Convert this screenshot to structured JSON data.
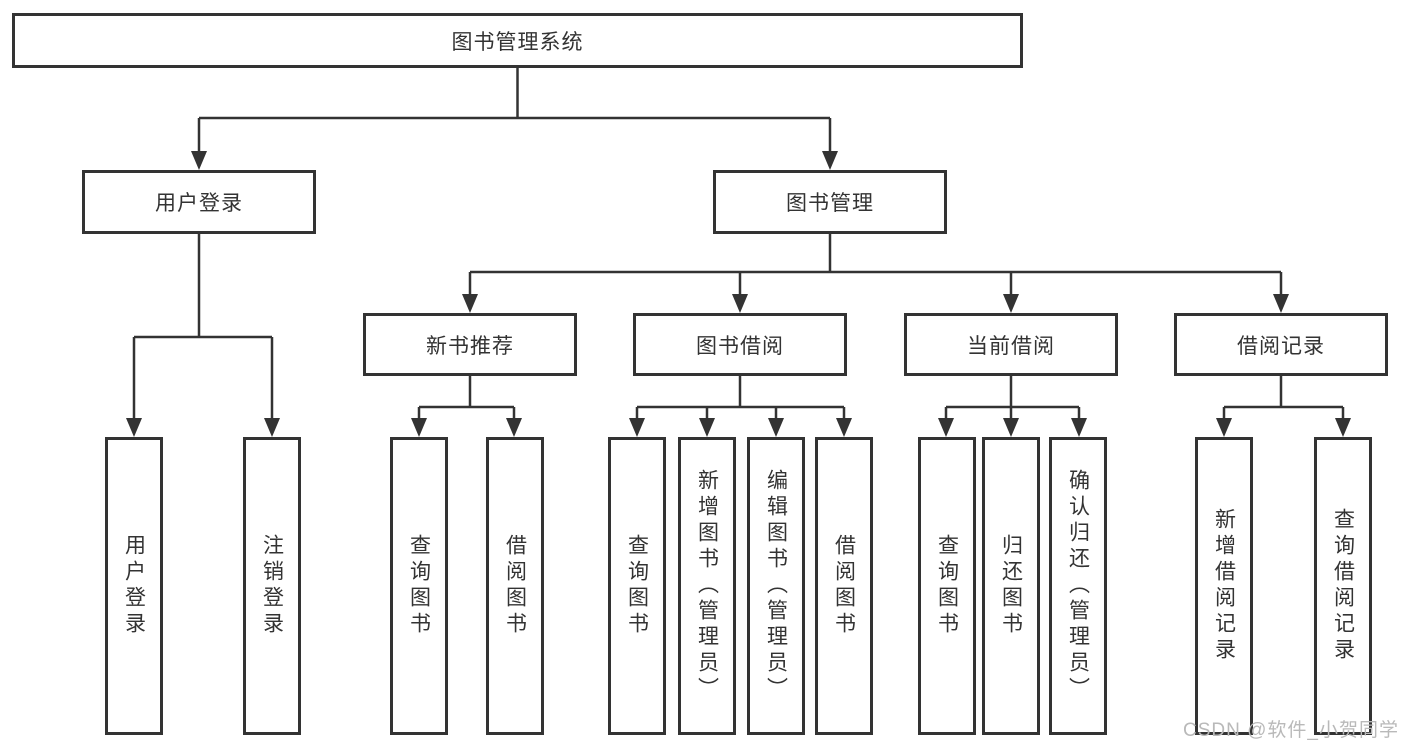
{
  "colors": {
    "line": "#333333",
    "text": "#333333",
    "box_background": "#ffffff",
    "page_background": "#ffffff",
    "watermark": "#b9b9b9"
  },
  "watermark": "CSDN @软件_小贺同学",
  "tree": {
    "root": {
      "label": "图书管理系统",
      "children": [
        {
          "label": "用户登录",
          "children": [
            {
              "label": "用户登录"
            },
            {
              "label": "注销登录"
            }
          ]
        },
        {
          "label": "图书管理",
          "children": [
            {
              "label": "新书推荐",
              "children": [
                {
                  "label": "查询图书"
                },
                {
                  "label": "借阅图书"
                }
              ]
            },
            {
              "label": "图书借阅",
              "children": [
                {
                  "label": "查询图书"
                },
                {
                  "label": "新增图书（管理员）"
                },
                {
                  "label": "编辑图书（管理员）"
                },
                {
                  "label": "借阅图书"
                }
              ]
            },
            {
              "label": "当前借阅",
              "children": [
                {
                  "label": "查询图书"
                },
                {
                  "label": "归还图书"
                },
                {
                  "label": "确认归还（管理员）"
                }
              ]
            },
            {
              "label": "借阅记录",
              "children": [
                {
                  "label": "新增借阅记录"
                },
                {
                  "label": "查询借阅记录"
                }
              ]
            }
          ]
        }
      ]
    }
  }
}
